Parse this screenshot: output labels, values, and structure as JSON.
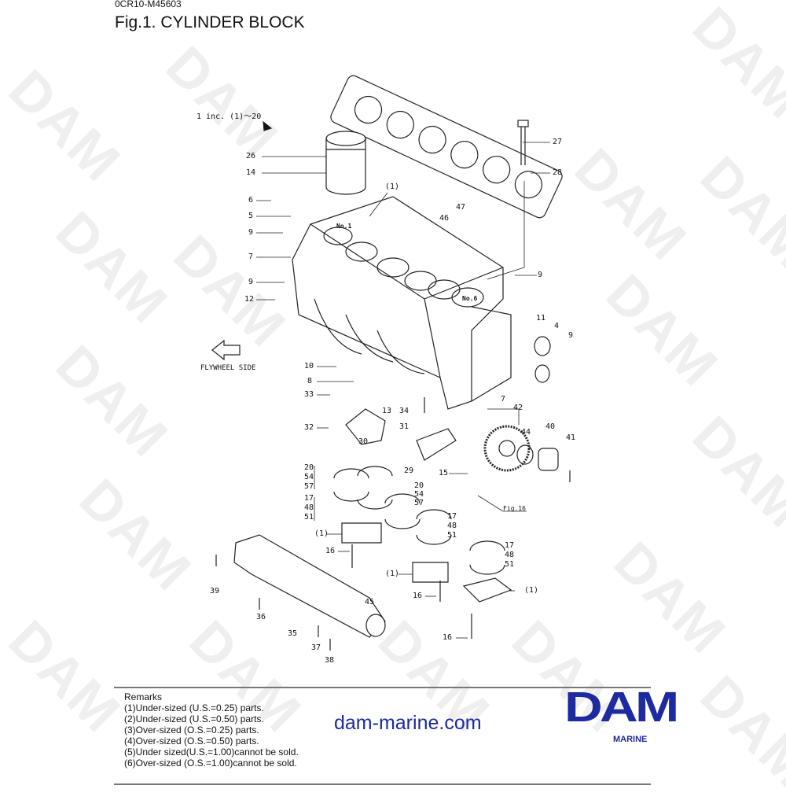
{
  "header": {
    "doc_code": "0CR10-M45603",
    "title": "Fig.1.  CYLINDER BLOCK"
  },
  "diagram": {
    "callouts": [
      {
        "id": "inc",
        "text": "1 inc. (1)～20"
      },
      {
        "id": "c26",
        "text": "26"
      },
      {
        "id": "c14",
        "text": "14"
      },
      {
        "id": "c6",
        "text": "6"
      },
      {
        "id": "c5",
        "text": "5"
      },
      {
        "id": "c9a",
        "text": "9"
      },
      {
        "id": "c7a",
        "text": "7"
      },
      {
        "id": "c9b",
        "text": "9"
      },
      {
        "id": "c12",
        "text": "12"
      },
      {
        "id": "p1a",
        "text": "(1)"
      },
      {
        "id": "c47",
        "text": "47"
      },
      {
        "id": "c46",
        "text": "46"
      },
      {
        "id": "c27",
        "text": "27"
      },
      {
        "id": "c28",
        "text": "28"
      },
      {
        "id": "c9c",
        "text": "9"
      },
      {
        "id": "c11",
        "text": "11"
      },
      {
        "id": "c4",
        "text": "4"
      },
      {
        "id": "c9d",
        "text": "9"
      },
      {
        "id": "flywheel",
        "text": "FLYWHEEL SIDE"
      },
      {
        "id": "c10",
        "text": "10"
      },
      {
        "id": "c8",
        "text": "8"
      },
      {
        "id": "c33",
        "text": "33"
      },
      {
        "id": "c32",
        "text": "32"
      },
      {
        "id": "c30",
        "text": "30"
      },
      {
        "id": "c13",
        "text": "13"
      },
      {
        "id": "c34",
        "text": "34"
      },
      {
        "id": "c31",
        "text": "31"
      },
      {
        "id": "c29",
        "text": "29"
      },
      {
        "id": "c7b",
        "text": "7"
      },
      {
        "id": "c42",
        "text": "42"
      },
      {
        "id": "c44",
        "text": "44"
      },
      {
        "id": "c40",
        "text": "40"
      },
      {
        "id": "c41",
        "text": "41"
      },
      {
        "id": "g1",
        "text": "20\n54\n57"
      },
      {
        "id": "g2",
        "text": "17\n48\n51"
      },
      {
        "id": "g3",
        "text": "20\n54\n57"
      },
      {
        "id": "c15",
        "text": "15"
      },
      {
        "id": "fig16",
        "text": "Fig.16"
      },
      {
        "id": "g4",
        "text": "17\n48\n51"
      },
      {
        "id": "p1b",
        "text": "(1)"
      },
      {
        "id": "c16a",
        "text": "16"
      },
      {
        "id": "g5",
        "text": "17\n48\n51"
      },
      {
        "id": "p1c",
        "text": "(1)"
      },
      {
        "id": "c16b",
        "text": "16"
      },
      {
        "id": "p1d",
        "text": "(1)"
      },
      {
        "id": "c16c",
        "text": "16"
      },
      {
        "id": "c39",
        "text": "39"
      },
      {
        "id": "c36",
        "text": "36"
      },
      {
        "id": "c45",
        "text": "45"
      },
      {
        "id": "c35",
        "text": "35"
      },
      {
        "id": "c37",
        "text": "37"
      },
      {
        "id": "c38",
        "text": "38"
      },
      {
        "id": "no1",
        "text": "No.1"
      },
      {
        "id": "no6",
        "text": "No.6"
      }
    ]
  },
  "remarks": {
    "heading": "Remarks",
    "items": [
      "(1)Under-sized (U.S.=0.25) parts.",
      "(2)Under-sized (U.S.=0.50) parts.",
      "(3)Over-sized (O.S.=0.25) parts.",
      "(4)Over-sized (O.S.=0.50) parts.",
      "(5)Under sized(U.S.=1.00)cannot be sold.",
      "(6)Over-sized (O.S.=1.00)cannot be sold."
    ]
  },
  "watermark": {
    "site": "dam-marine.com",
    "logo": "DAM",
    "logo_sub": "MARINE",
    "brand_color": "#1d2aa0"
  }
}
